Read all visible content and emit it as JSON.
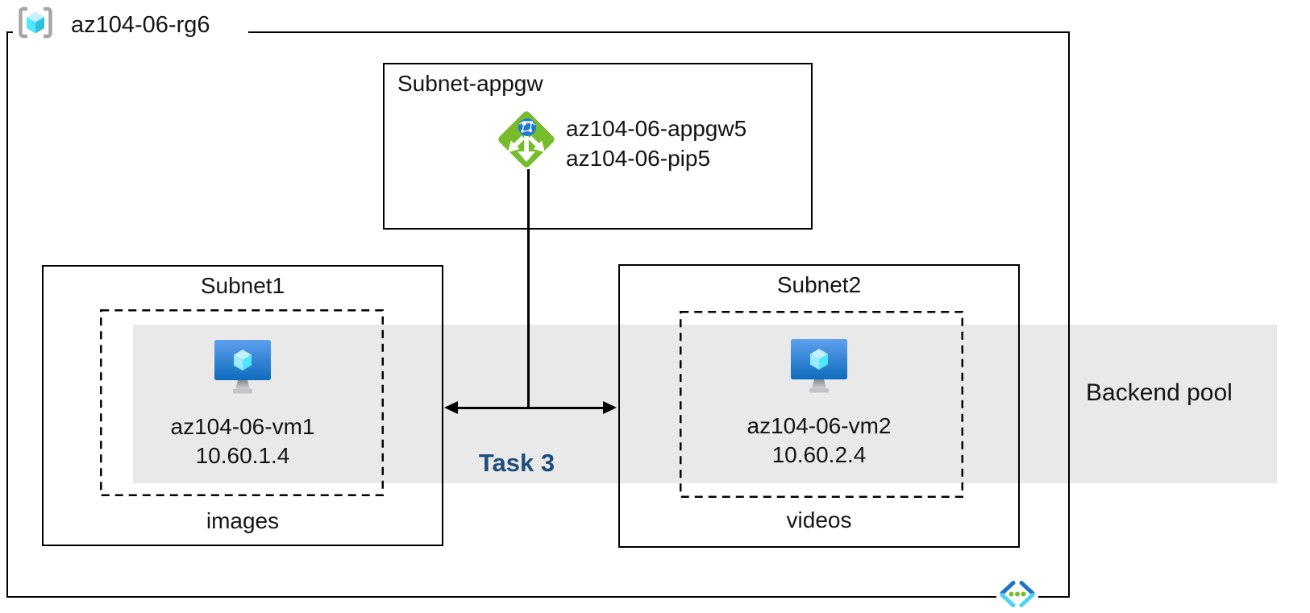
{
  "diagram": {
    "resource_group": {
      "label": "az104-06-rg6"
    },
    "appgw_subnet": {
      "title": "Subnet-appgw",
      "gateway_name": "az104-06-appgw5",
      "public_ip_name": "az104-06-pip5"
    },
    "subnet1": {
      "title": "Subnet1",
      "vm_name": "az104-06-vm1",
      "vm_ip": "10.60.1.4",
      "caption": "images"
    },
    "subnet2": {
      "title": "Subnet2",
      "vm_name": "az104-06-vm2",
      "vm_ip": "10.60.2.4",
      "caption": "videos"
    },
    "backend_pool": {
      "label": "Backend pool"
    },
    "task": {
      "label": "Task 3"
    }
  },
  "icons": {
    "resource_group": "resource-group-icon",
    "application_gateway": "application-gateway-icon",
    "virtual_machine": "virtual-machine-icon",
    "virtual_network": "virtual-network-icon"
  },
  "colors": {
    "task_label": "#1F4E79",
    "backend_band": "#E9E9E9",
    "appgw_green": "#76BC2D",
    "globe_blue": "#1F78D1",
    "vm_screen_top": "#5EA0EF",
    "vm_screen_bottom": "#0078D4",
    "cube_top": "#C3F1FF",
    "cube_left": "#9CEBFF",
    "cube_right": "#50E6FF",
    "vnet_dark_blue": "#2173C4",
    "vnet_light_blue": "#4ED4F5",
    "vnet_dot_green": "#76BC2D",
    "border_black": "#000000"
  }
}
